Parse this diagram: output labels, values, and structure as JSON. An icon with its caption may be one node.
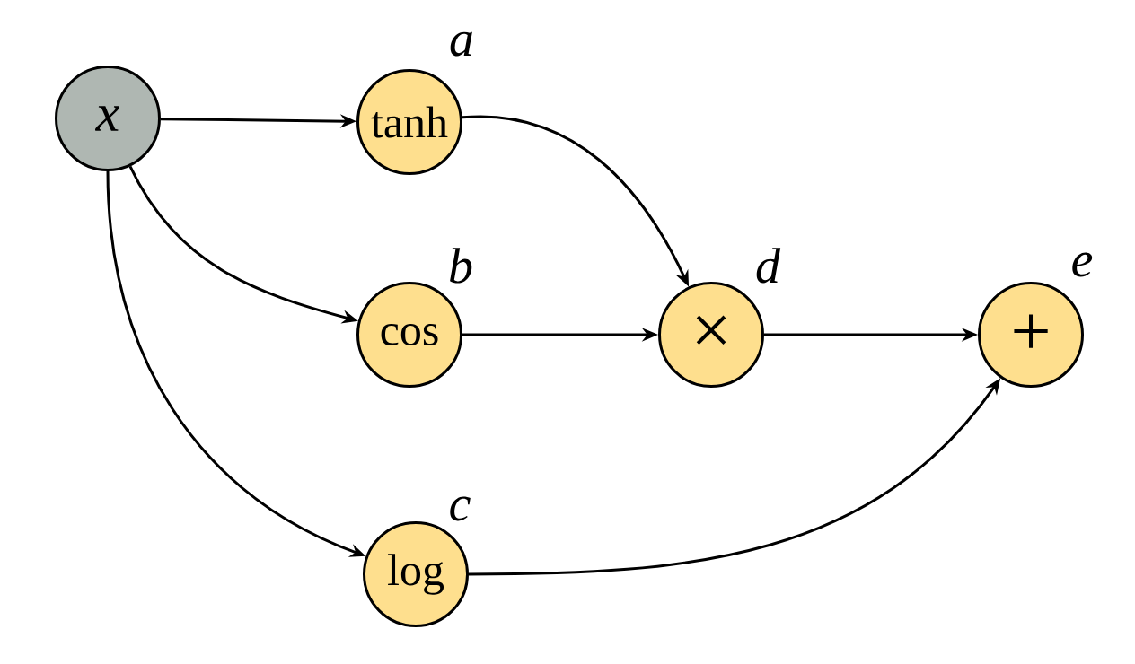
{
  "diagram": {
    "nodes": [
      {
        "text": [
          "x"
        ]
      },
      {
        "text": [
          "tanh"
        ],
        "beside": [
          "a"
        ]
      },
      {
        "text": [
          "cos"
        ],
        "beside": [
          "b"
        ]
      },
      {
        "text": [
          "log"
        ],
        "beside": [
          "c"
        ]
      },
      {
        "text": [
          "×"
        ],
        "beside": [
          "d"
        ]
      },
      {
        "text": [
          "+"
        ],
        "beside": [
          "e"
        ]
      }
    ],
    "edges": [
      {
        "from": 0,
        "to": 1,
        "arrow": "to"
      },
      {
        "from": 0,
        "to": 2,
        "arrow": "to"
      },
      {
        "from": 0,
        "to": 3,
        "arrow": "to"
      },
      {
        "from": 1,
        "to": 4,
        "arrow": "to"
      },
      {
        "from": 2,
        "to": 4,
        "arrow": "to"
      },
      {
        "from": 4,
        "to": 5,
        "arrow": "to"
      },
      {
        "from": 3,
        "to": 5,
        "arrow": "to"
      }
    ]
  }
}
